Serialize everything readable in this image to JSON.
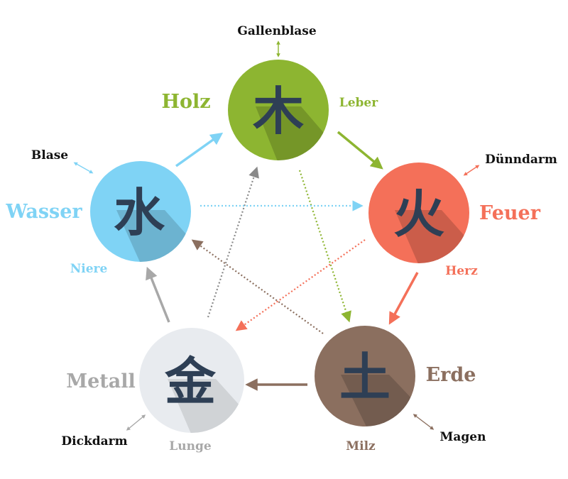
{
  "elements": {
    "holz": {
      "label": "Holz",
      "glyph": "木",
      "yin_organ": "Leber",
      "yang_organ": "Gallenblase",
      "color": "#8db531"
    },
    "feuer": {
      "label": "Feuer",
      "glyph": "火",
      "yin_organ": "Herz",
      "yang_organ": "Dünndarm",
      "color": "#f47059"
    },
    "erde": {
      "label": "Erde",
      "glyph": "土",
      "yin_organ": "Milz",
      "yang_organ": "Magen",
      "color": "#8b6f5f"
    },
    "metall": {
      "label": "Metall",
      "glyph": "金",
      "yin_organ": "Lunge",
      "yang_organ": "Dickdarm",
      "color": "#a8a8a8"
    },
    "wasser": {
      "label": "Wasser",
      "glyph": "水",
      "yin_organ": "Niere",
      "yang_organ": "Blase",
      "color": "#7fd3f5"
    }
  },
  "colors": {
    "glyph": "#2e3f55",
    "metall_circle": "#e8ebef",
    "outer_text": "#111111"
  }
}
